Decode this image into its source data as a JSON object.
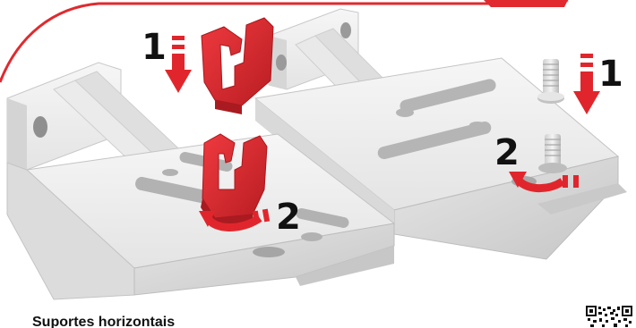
{
  "caption": "Suportes horizontais",
  "step_labels": {
    "clip_insert": "1",
    "clip_rotate": "2",
    "bolt_insert": "1",
    "bolt_rotate": "2"
  },
  "colors": {
    "accent_red": "#e02a2f",
    "clip_red": "#d9262c",
    "bracket_light": "#f1f1f1",
    "bracket_shade": "#cfcfcf",
    "bracket_dark": "#b8b8b8",
    "arrow_red": "#e0262c"
  },
  "icons": [
    "down-arrow-icon",
    "rotate-arrow-icon",
    "qr-code-icon"
  ]
}
